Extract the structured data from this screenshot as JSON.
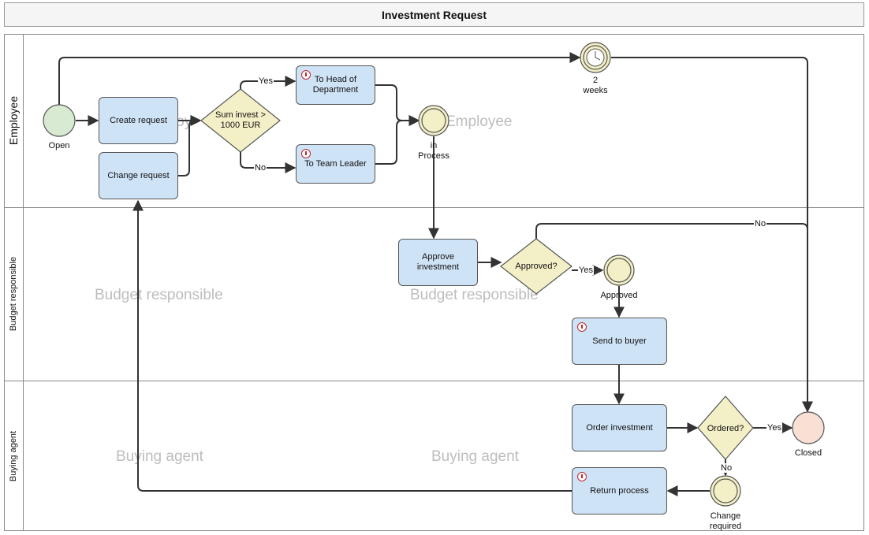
{
  "diagram": {
    "title": "Investment Request",
    "lanes": [
      {
        "label": "Employee",
        "watermarks": [
          "Employee",
          "Employee"
        ]
      },
      {
        "label": "Budget responsible",
        "watermarks": [
          "Budget responsible",
          "Budget responsible"
        ]
      },
      {
        "label": "Buying agent",
        "watermarks": [
          "Buying agent",
          "Buying agent"
        ]
      }
    ],
    "events": {
      "open": "Open",
      "timer": "2\nweeks",
      "in_process": "in\nProcess",
      "approved": "Approved",
      "closed": "Closed",
      "change_required": "Change\nrequired"
    },
    "tasks": {
      "create_request": "Create request",
      "change_request": "Change request",
      "to_head": "To Head of\nDepartment",
      "to_team_leader": "To Team Leader",
      "approve_investment": "Approve\ninvestment",
      "send_to_buyer": "Send to buyer",
      "order_investment": "Order investment",
      "return_process": "Return process"
    },
    "gateways": {
      "sum_invest": "Sum invest >\n1000 EUR",
      "approved_q": "Approved?",
      "ordered_q": "Ordered?"
    },
    "edge_labels": {
      "yes_head": "Yes",
      "no_team": "No",
      "yes_approved": "Yes",
      "no_closed": "No",
      "yes_ordered": "Yes",
      "no_ordered": "No"
    },
    "colors": {
      "task_fill": "#cfe3f7",
      "gateway_fill": "#f3efc6",
      "start_fill": "#d9ead3",
      "end_fill": "#f9e0d4",
      "intermediate_fill": "#f3efc6",
      "marker": "#c0262d"
    }
  }
}
